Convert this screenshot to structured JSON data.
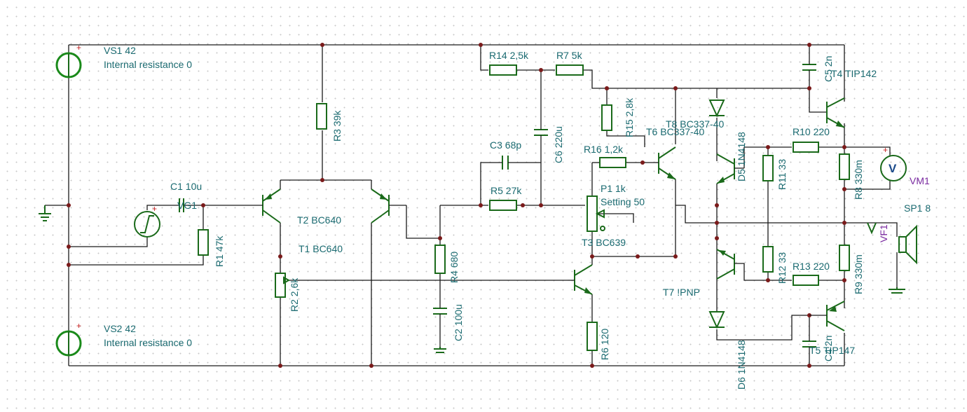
{
  "labels": {
    "vs1_name": "VS1 42",
    "vs1_res": "Internal resistance 0",
    "vs2_name": "VS2 42",
    "vs2_res": "Internal resistance 0",
    "c1": "C1 10u",
    "vg1": "VG1",
    "r1": "R1 47k",
    "r2": "R2 2,6k",
    "r3": "R3 39k",
    "t2": "T2 BC640",
    "t1": "T1 BC640",
    "r4": "R4 680",
    "c2": "C2 100u",
    "c3": "C3 68p",
    "r5": "R5 27k",
    "r14": "R14 2,5k",
    "r7": "R7 5k",
    "c6": "C6 220u",
    "r16": "R16 1,2k",
    "r15": "R15 2,8k",
    "p1": "P1 1k",
    "p1_setting": "Setting 50",
    "t3": "T3 BC639",
    "r6": "R6 120",
    "t8": "T8 BC337-40",
    "t6": "T6 BC337-40",
    "d5": "D5 1N4148",
    "t7": "T7 !PNP",
    "d6": "D6 1N4148",
    "c5": "C5 2n",
    "t4": "T4 TIP142",
    "r10": "R10 220",
    "r11": "R11 33",
    "r8": "R8 330m",
    "vm1": "VM1",
    "sp1": "SP1 8",
    "vf1": "VF1",
    "r12": "R12 33",
    "r13": "R13 220",
    "r9": "R9 330m",
    "c4": "C4 2n",
    "t5": "T5 TIP147",
    "plus": "+",
    "voltmeter_glyph": "V"
  },
  "colors": {
    "wire": "#1a1a1a",
    "component": "#1a6a1a",
    "label": "#1a6a70",
    "instrument_label": "#7a2aa0",
    "node": "#7a1a1a",
    "pin_mark": "#c62020"
  }
}
